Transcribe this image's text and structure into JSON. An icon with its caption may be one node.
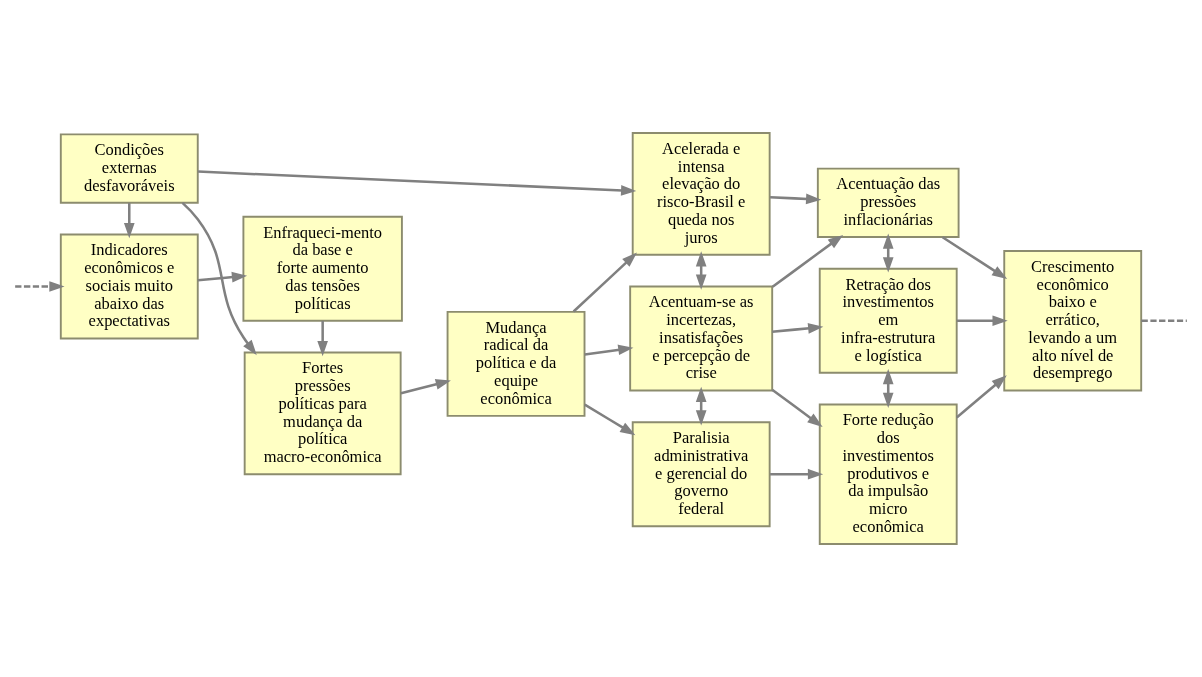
{
  "diagram": {
    "nodes": [
      {
        "text": [
          "Condições externas desfavoráveis"
        ]
      },
      {
        "text": [
          "Indicadores econômicos e sociais muito abaixo das expectativas"
        ]
      },
      {
        "text": [
          "Fortes pressões políticas para mudança da política macro-econômica"
        ]
      },
      {
        "text": [
          "Enfraqueci-mento da base e forte aumento das tensões políticas"
        ]
      },
      {
        "text": [
          "Mudança radical da política e da equipe econômica"
        ]
      },
      {
        "text": [
          "Acelerada e intensa elevação do risco-Brasil e queda nos juros"
        ]
      },
      {
        "text": [
          "Acentuam-se as incertezas, insatisfações e percepção de crise"
        ]
      },
      {
        "text": [
          "Paralisia administrativa e gerencial do governo federal"
        ]
      },
      {
        "text": [
          "Acentuação das pressões inflacionárias"
        ]
      },
      {
        "text": [
          "Retração dos investimentos em infra-estrutura e logística"
        ]
      },
      {
        "text": [
          "Forte redução dos investimentos produtivos e da impulsão micro econômica"
        ]
      },
      {
        "text": [
          "Crescimento econômico baixo e errático, levando a um alto nível de desemprego"
        ]
      }
    ],
    "edges": [
      {
        "from": 0,
        "to": 5,
        "arrow": "to"
      },
      {
        "from": 0,
        "to": 2,
        "arrow": "to"
      },
      {
        "from": 0,
        "to": 1,
        "arrow": "to"
      },
      {
        "from": 1,
        "to": 3,
        "arrow": "to"
      },
      {
        "from": 3,
        "to": 2,
        "arrow": "to"
      },
      {
        "from": 2,
        "to": 4,
        "arrow": "to"
      },
      {
        "from": 4,
        "to": 5,
        "arrow": "to"
      },
      {
        "from": 4,
        "to": 6,
        "arrow": "to"
      },
      {
        "from": 4,
        "to": 7,
        "arrow": "to"
      },
      {
        "from": 5,
        "to": 6,
        "arrow": "both"
      },
      {
        "from": 5,
        "to": 8,
        "arrow": "to"
      },
      {
        "from": 6,
        "to": 8,
        "arrow": "to"
      },
      {
        "from": 6,
        "to": 9,
        "arrow": "to"
      },
      {
        "from": 6,
        "to": 10,
        "arrow": "to"
      },
      {
        "from": 6,
        "to": 7,
        "arrow": "both"
      },
      {
        "from": 7,
        "to": 10,
        "arrow": "to"
      },
      {
        "from": 8,
        "to": 9,
        "arrow": "both"
      },
      {
        "from": 9,
        "to": 10,
        "arrow": "both"
      },
      {
        "from": 8,
        "to": 11,
        "arrow": "to"
      },
      {
        "from": 9,
        "to": 11,
        "arrow": "to"
      },
      {
        "from": 10,
        "to": 11,
        "arrow": "to"
      },
      {
        "from": 11,
        "to": null,
        "arrow": "none",
        "style": "dashed"
      },
      {
        "from": null,
        "to": 1,
        "arrow": "to",
        "style": "dashed"
      }
    ]
  }
}
